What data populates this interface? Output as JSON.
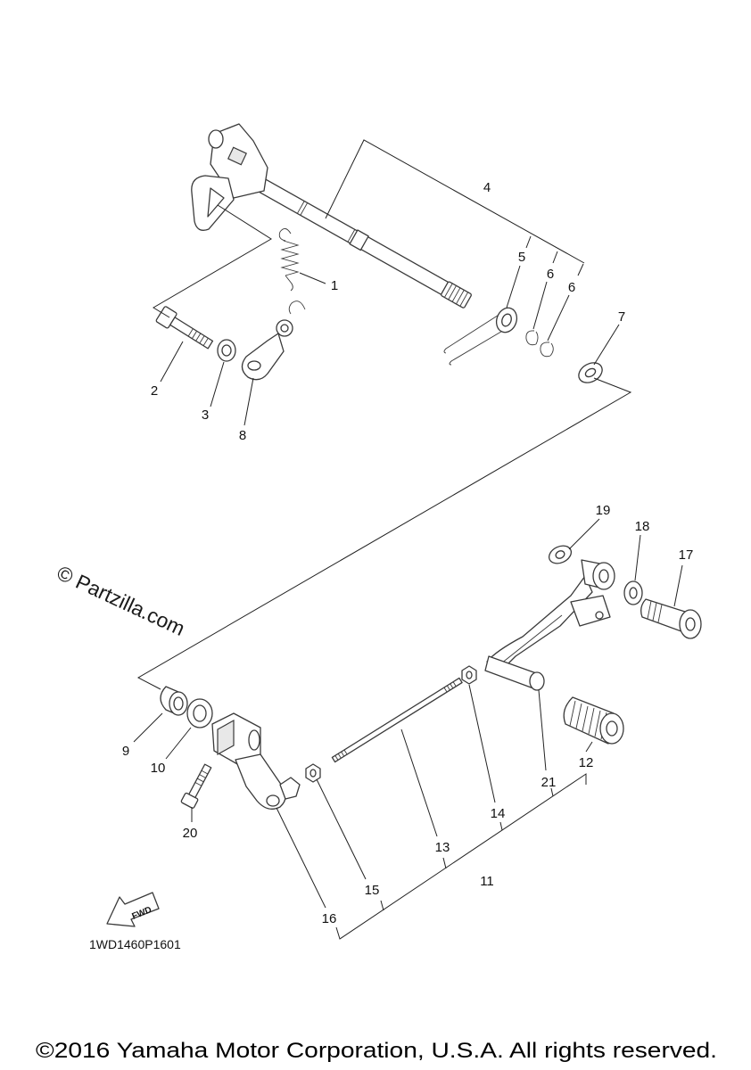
{
  "diagram": {
    "callouts": [
      "1",
      "2",
      "3",
      "4",
      "5",
      "6",
      "6",
      "7",
      "8",
      "9",
      "10",
      "11",
      "12",
      "13",
      "14",
      "15",
      "16",
      "17",
      "18",
      "19",
      "20",
      "21"
    ],
    "drawing_code": "1WD1460P1601",
    "fwd_label": "FWD"
  },
  "watermark": "© Partzilla.com",
  "footer": "©2016 Yamaha Motor Corporation, U.S.A. All rights reserved."
}
